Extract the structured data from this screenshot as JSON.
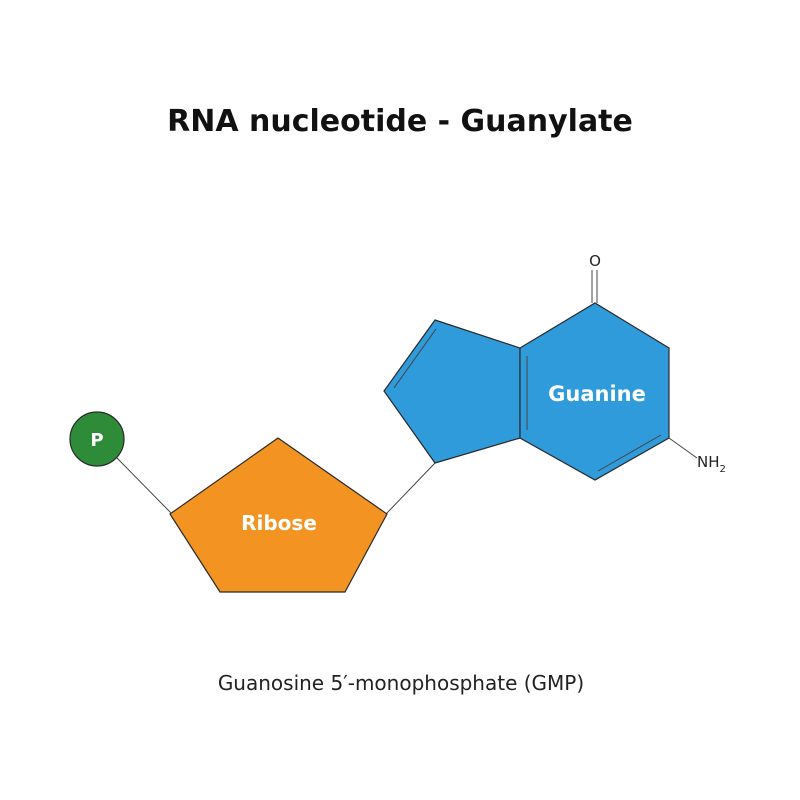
{
  "title": "RNA nucleotide - Guanylate",
  "caption": "Guanosine 5′-monophosphate (GMP)",
  "nodes": {
    "phosphate": {
      "label": "P",
      "color": "#2e8b37"
    },
    "ribose": {
      "label": "Ribose",
      "color": "#f39422"
    },
    "guanine": {
      "label": "Guanine",
      "color": "#2f9bdb"
    }
  },
  "atoms": {
    "oxygen": "O",
    "amine_main": "NH",
    "amine_sub": "2"
  }
}
